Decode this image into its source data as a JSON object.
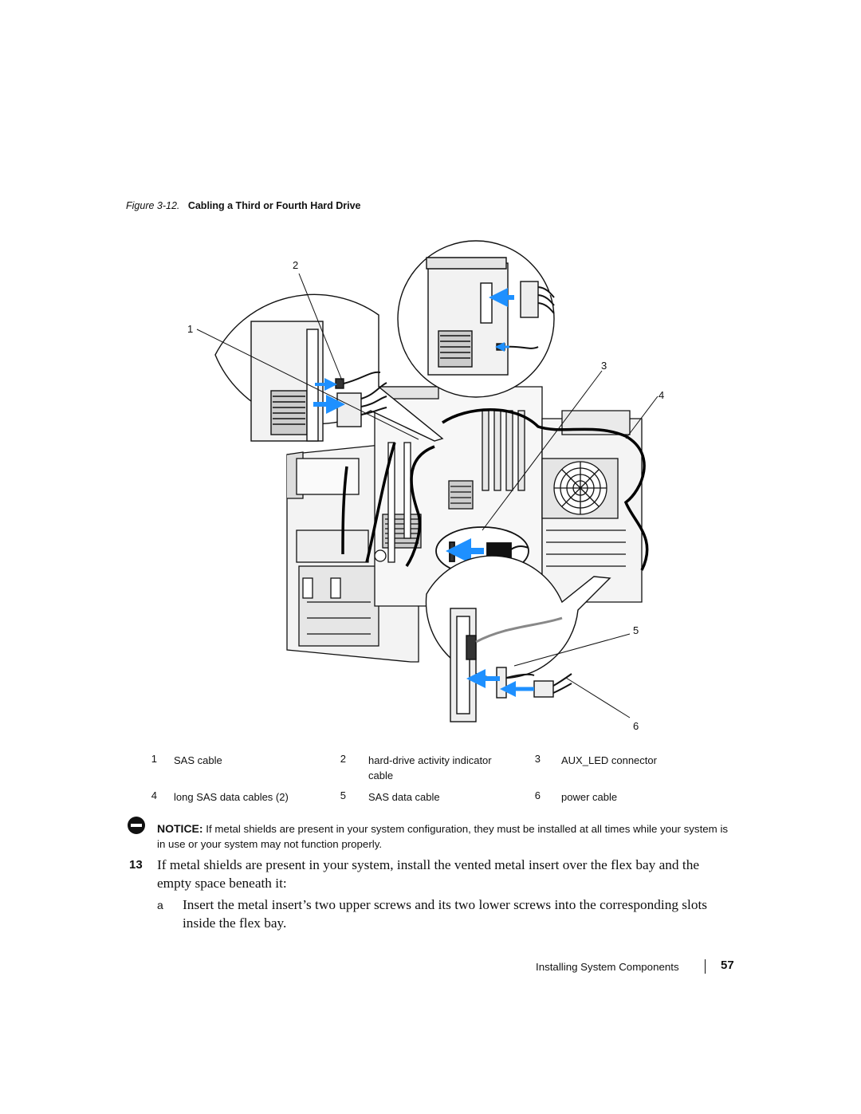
{
  "figure": {
    "label": "Figure 3-12.",
    "title": "Cabling a Third or Fourth Hard Drive",
    "callouts": [
      "1",
      "2",
      "3",
      "4",
      "5",
      "6"
    ]
  },
  "legend": [
    {
      "num": "1",
      "text": "SAS cable"
    },
    {
      "num": "2",
      "text": "hard-drive activity indicator cable"
    },
    {
      "num": "3",
      "text": "AUX_LED connector"
    },
    {
      "num": "4",
      "text": "long SAS data cables (2)"
    },
    {
      "num": "5",
      "text": "SAS data cable"
    },
    {
      "num": "6",
      "text": "power cable"
    }
  ],
  "notice": {
    "label": "NOTICE:",
    "text": "If metal shields are present in your system configuration, they must be installed at all times while your system is in use or your system may not function properly.",
    "icon": "notice-icon"
  },
  "step": {
    "num": "13",
    "text": "If metal shields are present in your system, install the vented metal insert over the flex bay and the empty space beneath it:"
  },
  "substep": {
    "label": "a",
    "text": "Insert the metal insert’s two upper screws and its two lower screws into the corresponding slots inside the flex bay."
  },
  "footer": {
    "section": "Installing System Components",
    "page": "57"
  },
  "colors": {
    "arrow": "#1e90ff",
    "ink": "#111111"
  }
}
